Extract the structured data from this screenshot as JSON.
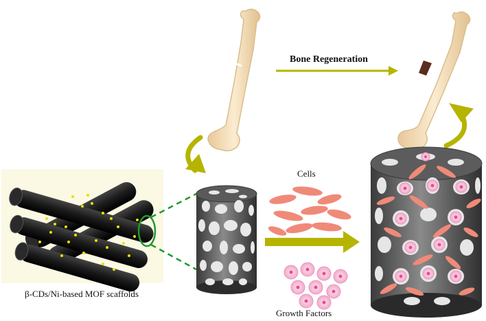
{
  "labels": {
    "bone_regeneration": "Bone Regeneration",
    "cells": "Cells",
    "scaffolds": "β-CDs/Ni-based MOF scaffolds",
    "growth_factors": "Growth Factors"
  },
  "colors": {
    "arrow": "#b5b400",
    "bone": "#f3dcb4",
    "bone_outline": "#d9bd8e",
    "fracture_repair": "#5a2d1f",
    "scaffold_dark": "#555555",
    "rod": "#1b1b1b",
    "rod_dots": "#e8e000",
    "inset_bg": "#fbf8e4",
    "dashed_zoom": "#1e9a2e",
    "cell": "#f08a78",
    "growth_factor": "#f6c6de",
    "growth_factor_core": "#e84c8c"
  }
}
